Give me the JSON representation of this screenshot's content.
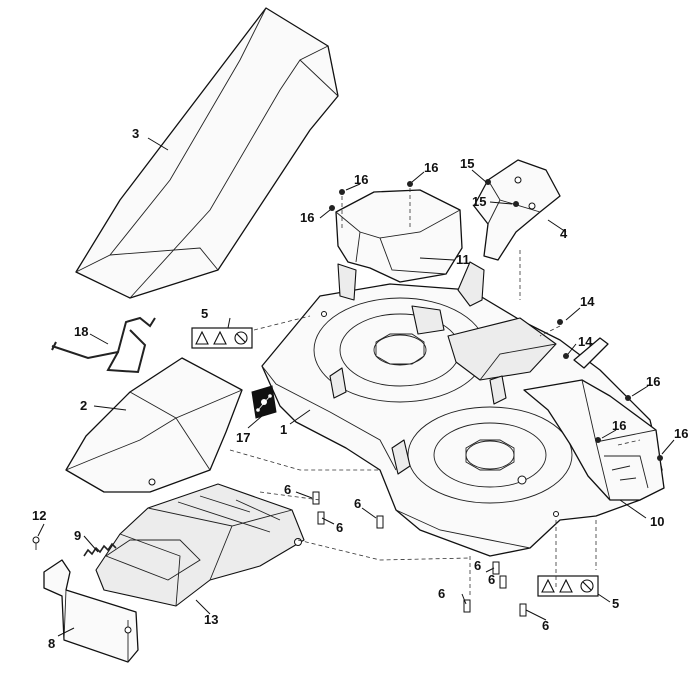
{
  "callouts": {
    "c1": "1",
    "c2": "2",
    "c3": "3",
    "c4": "4",
    "c5_top": "5",
    "c5_bottom": "5",
    "c6_a": "6",
    "c6_b": "6",
    "c6_c": "6",
    "c6_d": "6",
    "c6_e": "6",
    "c6_f": "6",
    "c6_g": "6",
    "c8": "8",
    "c9": "9",
    "c10": "10",
    "c11": "11",
    "c12": "12",
    "c13": "13",
    "c14_a": "14",
    "c14_b": "14",
    "c15_a": "15",
    "c15_b": "15",
    "c16_a": "16",
    "c16_b": "16",
    "c16_c": "16",
    "c16_d": "16",
    "c16_e": "16",
    "c16_f": "16",
    "c17": "17",
    "c18": "18"
  }
}
